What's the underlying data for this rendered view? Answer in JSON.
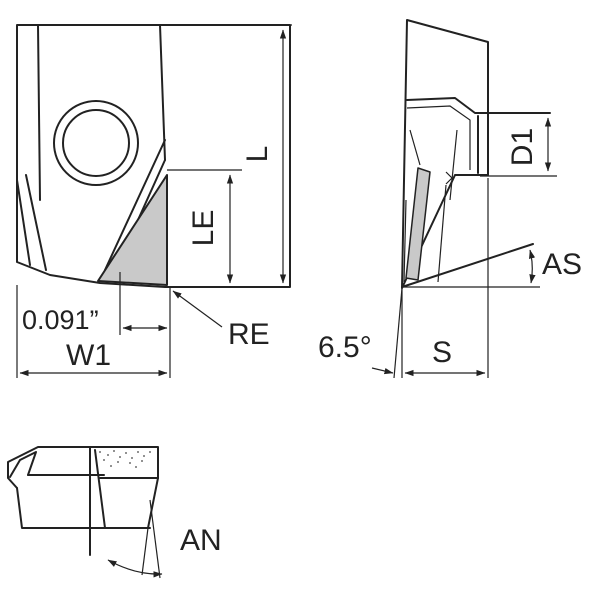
{
  "labels": {
    "L": "L",
    "LE": "LE",
    "W1": "W1",
    "offset": "0.091”",
    "RE": "RE",
    "D1": "D1",
    "AS": "AS",
    "angle": "6.5°",
    "S": "S",
    "AN": "AN"
  },
  "colors": {
    "line": "#222222",
    "cutting_face": "#c9c9c9"
  }
}
